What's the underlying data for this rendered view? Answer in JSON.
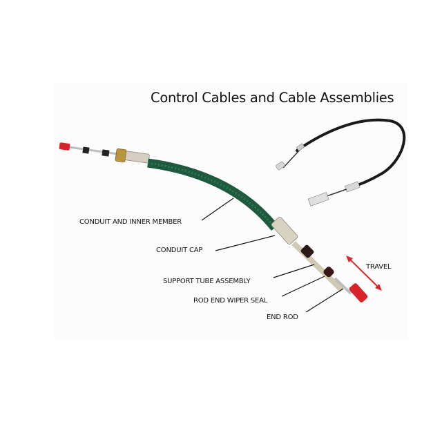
{
  "title": "Control Cables and Cable Assemblies",
  "labels": {
    "conduit_inner_member": "CONDUIT AND INNER MEMBER",
    "conduit_cap": "CONDUIT CAP",
    "support_tube_assembly": "SUPPORT TUBE ASSEMBLY",
    "rod_end_wiper_seal": "ROD END WIPER SEAL",
    "end_rod": "END ROD",
    "travel": "TRAVEL"
  },
  "colors": {
    "conduit_green": "#1f5a3e",
    "end_cap_red": "#d8232a",
    "travel_arrow": "#d9262b",
    "secondary_cable": "#1a1a1a",
    "metal": "#c9c3b0",
    "brass": "#b9953e"
  }
}
